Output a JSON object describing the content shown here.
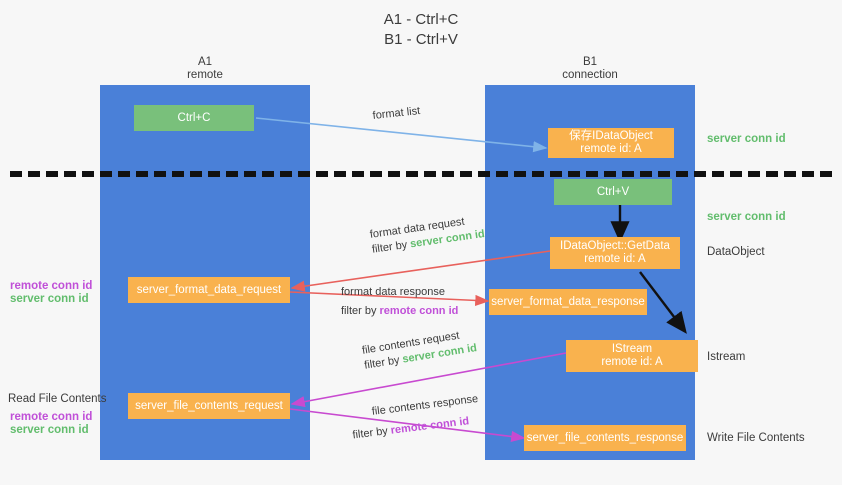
{
  "title": "A1 - Ctrl+C\nB1 - Ctrl+V",
  "columns": {
    "left": {
      "label": "A1\nremote"
    },
    "right": {
      "label": "B1\nconnection"
    }
  },
  "nodes": {
    "ctrl_c": "Ctrl+C",
    "save_idataobject": "保存IDataObject\nremote id: A",
    "ctrl_v": "Ctrl+V",
    "getdata": "IDataObject::GetData\nremote id: A",
    "format_data_request": "server_format_data_request",
    "format_data_response": "server_format_data_response",
    "istream": "IStream\nremote id: A",
    "file_contents_request": "server_file_contents_request",
    "file_contents_response": "server_file_contents_response"
  },
  "right_annotations": {
    "server_conn_id_top": "server conn id",
    "server_conn_id_mid": "server conn id",
    "data_object": "DataObject",
    "istream": "Istream",
    "write_file_contents": "Write File Contents"
  },
  "left_annotations": {
    "remote_conn_id_1": "remote conn id",
    "server_conn_id_1": "server conn id",
    "read_file_contents": "Read File Contents",
    "remote_conn_id_2": "remote conn id",
    "server_conn_id_2": "server conn id"
  },
  "edges": {
    "format_list": "format list",
    "format_data_request_l1": "format data request",
    "format_data_request_l2_prefix": "filter by ",
    "format_data_request_l2_key": "server conn id",
    "format_data_response_l1": "format data response",
    "format_data_response_l2_prefix": "filter by ",
    "format_data_response_l2_key": "remote conn id",
    "file_contents_request_l1": "file contents request",
    "file_contents_request_l2_prefix": "filter by ",
    "file_contents_request_l2_key": "server conn id",
    "file_contents_response_l1": "file contents response",
    "file_contents_response_l2_prefix": "filter by ",
    "file_contents_response_l2_key": "remote conn id"
  },
  "colors": {
    "column_blue": "#4a80d8",
    "node_orange": "#f9b24e",
    "node_green": "#79c07b",
    "server_conn_id_green": "#62bd6d",
    "remote_conn_id_purple": "#c050d8",
    "arrow_light_blue": "#7fb3e8",
    "arrow_red": "#e8615c",
    "arrow_magenta": "#c84ad0",
    "arrow_black": "#111111",
    "background": "#f7f7f7"
  }
}
